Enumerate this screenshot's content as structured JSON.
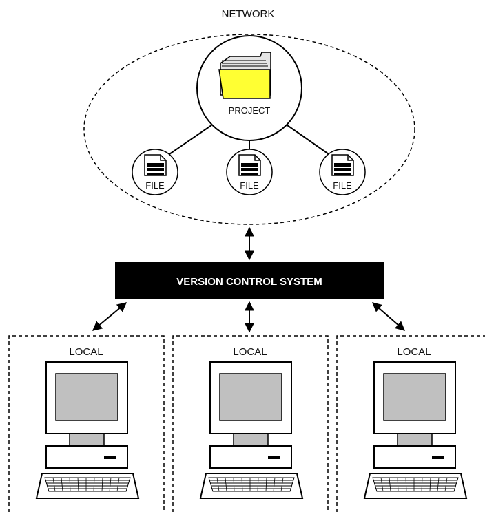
{
  "network": {
    "label": "NETWORK"
  },
  "project": {
    "label": "PROJECT",
    "folder_color": "#ffff33"
  },
  "files": [
    {
      "label": "FILE"
    },
    {
      "label": "FILE"
    },
    {
      "label": "FILE"
    }
  ],
  "vcs": {
    "label": "VERSION CONTROL SYSTEM",
    "color": "#000000"
  },
  "locals": [
    {
      "label": "LOCAL"
    },
    {
      "label": "LOCAL"
    },
    {
      "label": "LOCAL"
    }
  ],
  "icons": [
    "folder-icon",
    "file-icon",
    "computer-icon",
    "monitor-icon",
    "keyboard-icon",
    "double-arrow-icon"
  ]
}
